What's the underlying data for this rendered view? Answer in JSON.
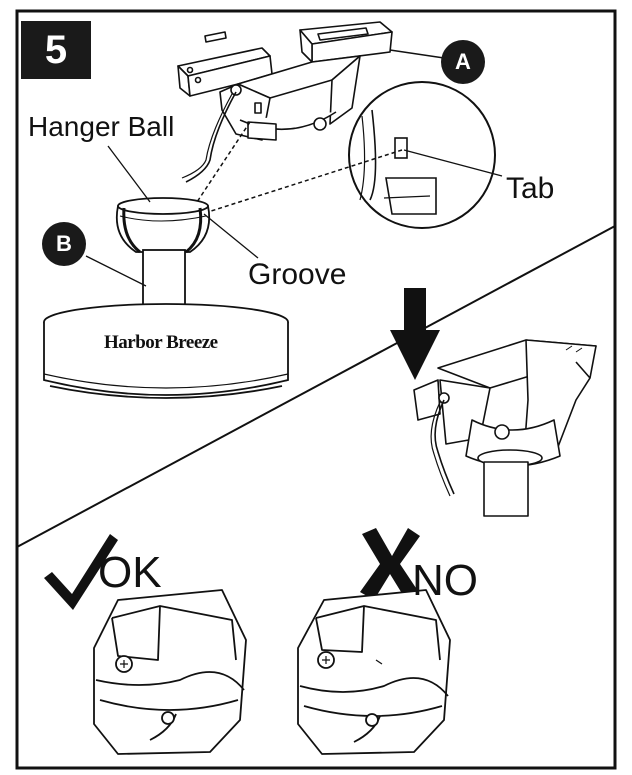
{
  "step": {
    "number": "5"
  },
  "callouts": {
    "a": "A",
    "b": "B"
  },
  "labels": {
    "hanger_ball": "Hanger Ball",
    "tab": "Tab",
    "groove": "Groove"
  },
  "brand": {
    "logo_text": "Harbor Breeze"
  },
  "verdicts": {
    "ok": "OK",
    "no": "NO"
  },
  "icons": {
    "check": "check-mark-icon",
    "cross": "x-mark-icon",
    "arrow": "down-arrow-icon"
  }
}
